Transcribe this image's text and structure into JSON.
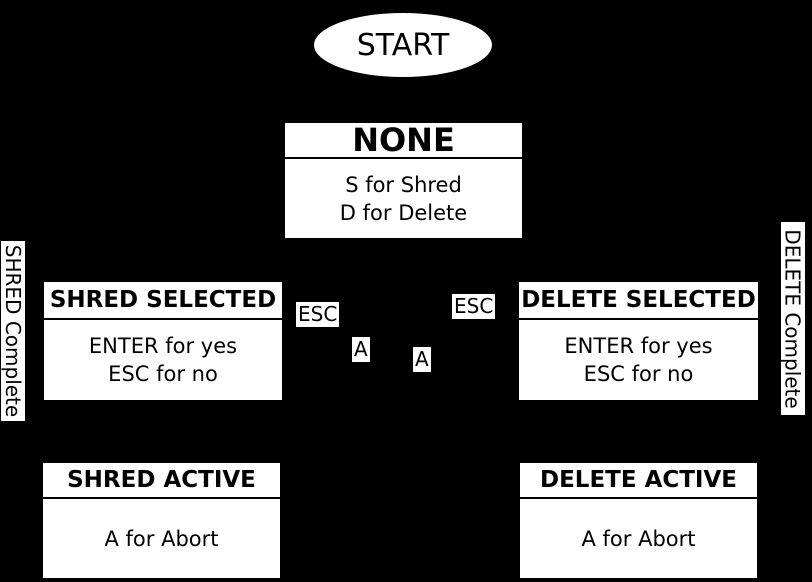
{
  "diagram": {
    "colors": {
      "background": "#000000",
      "node_fill": "#ffffff",
      "text": "#000000"
    },
    "start_label": "START",
    "states": {
      "none": {
        "title": "NONE",
        "line1": "S for Shred",
        "line2": "D for Delete"
      },
      "shred_selected": {
        "title": "SHRED SELECTED",
        "line1": "ENTER for yes",
        "line2": "ESC for no"
      },
      "delete_selected": {
        "title": "DELETE SELECTED",
        "line1": "ENTER for yes",
        "line2": "ESC for no"
      },
      "shred_active": {
        "title": "SHRED ACTIVE",
        "line1": "A for Abort"
      },
      "delete_active": {
        "title": "DELETE ACTIVE",
        "line1": "A for Abort"
      }
    },
    "edge_labels": {
      "esc_left": "ESC",
      "a_left": "A",
      "a_right": "A",
      "esc_right": "ESC"
    },
    "side_labels": {
      "shred_complete": "SHRED Complete",
      "delete_complete": "DELETE Complete"
    }
  }
}
